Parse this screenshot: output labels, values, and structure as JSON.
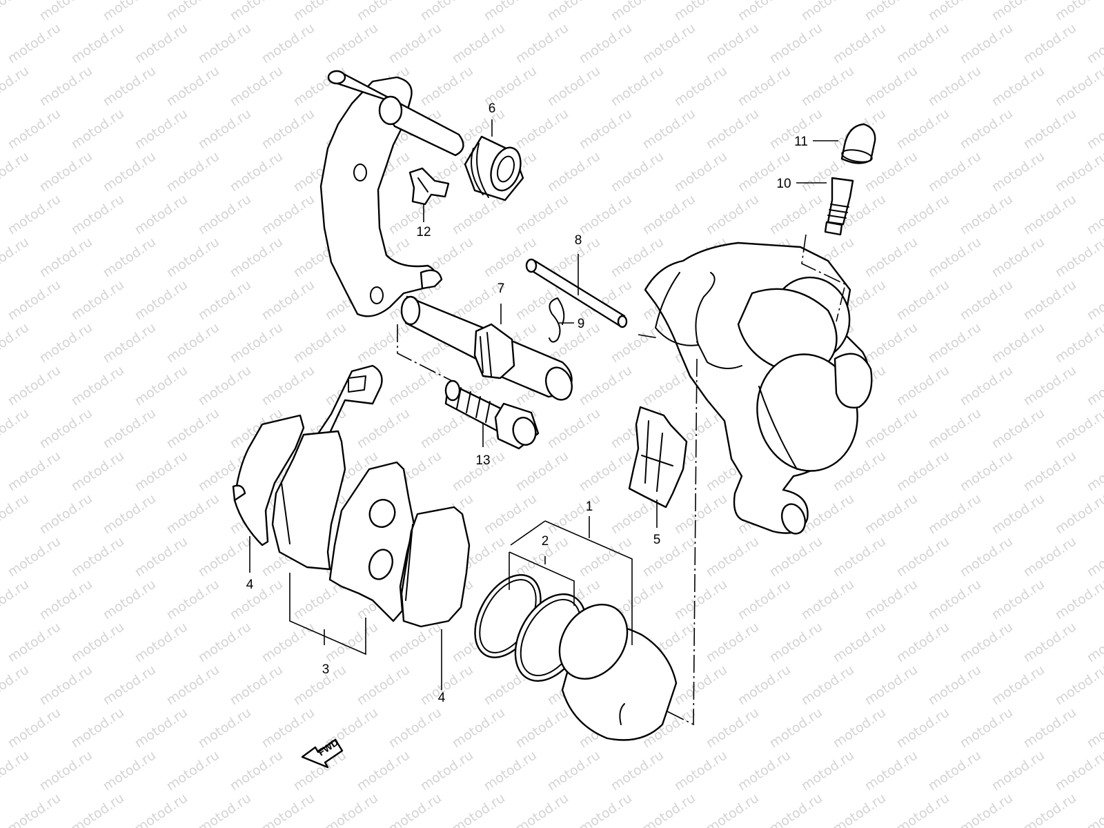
{
  "watermark": "motod.ru",
  "fwd_label": "FWD",
  "callouts": [
    {
      "id": "p1",
      "label": "1"
    },
    {
      "id": "p2",
      "label": "2"
    },
    {
      "id": "p3",
      "label": "3"
    },
    {
      "id": "p4a",
      "label": "4"
    },
    {
      "id": "p4b",
      "label": "4"
    },
    {
      "id": "p5",
      "label": "5"
    },
    {
      "id": "p6",
      "label": "6"
    },
    {
      "id": "p7",
      "label": "7"
    },
    {
      "id": "p8",
      "label": "8"
    },
    {
      "id": "p9",
      "label": "9"
    },
    {
      "id": "p10",
      "label": "10"
    },
    {
      "id": "p11",
      "label": "11"
    },
    {
      "id": "p12",
      "label": "12"
    },
    {
      "id": "p13",
      "label": "13"
    }
  ]
}
